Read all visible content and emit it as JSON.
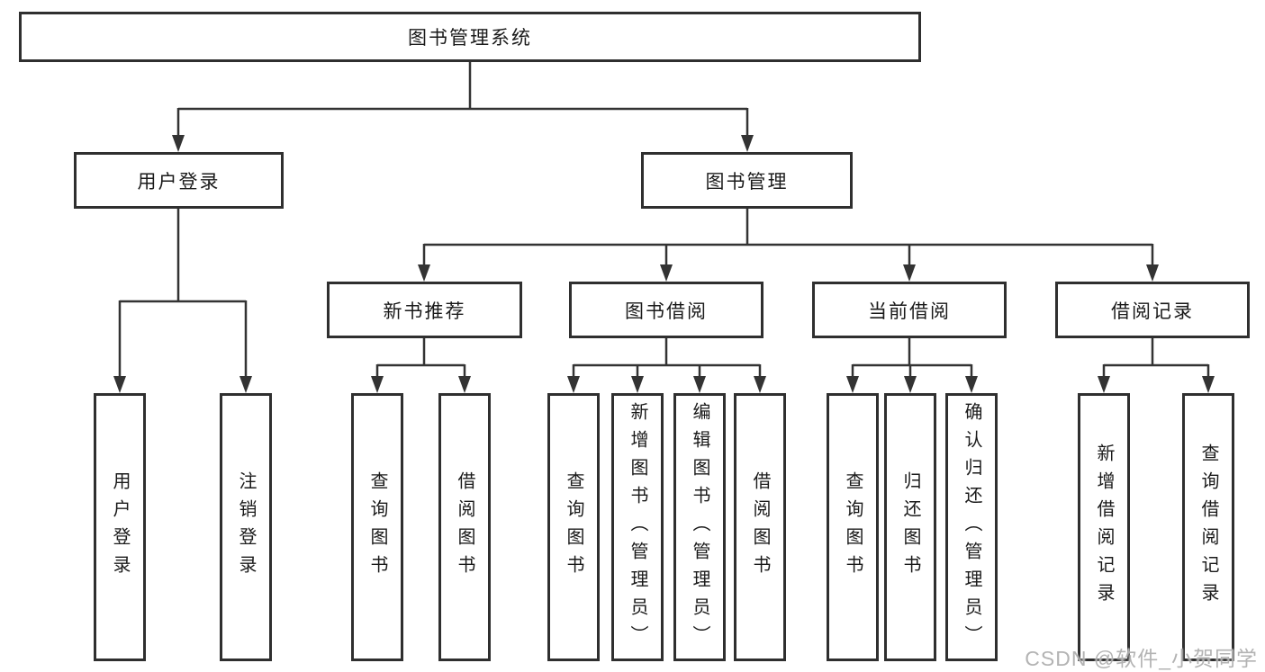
{
  "tree": {
    "root": "图书管理系统",
    "branches": {
      "user_login": "用户登录",
      "book_mgmt": "图书管理"
    },
    "modules": [
      "新书推荐",
      "图书借阅",
      "当前借阅",
      "借阅记录"
    ],
    "leaves": [
      "用户登录",
      "注销登录",
      "查询图书",
      "借阅图书",
      "查询图书",
      "新增图书（管理员）",
      "编辑图书（管理员）",
      "借阅图书",
      "查询图书",
      "归还图书",
      "确认归还（管理员）",
      "新增借阅记录",
      "查询借阅记录"
    ]
  },
  "watermark": "CSDN @软件_小贺同学",
  "colors": {
    "line": "#333333",
    "border": "#2f2f2f",
    "text": "#1a1a1a",
    "watermark": "#ababab",
    "background": "#ffffff"
  }
}
